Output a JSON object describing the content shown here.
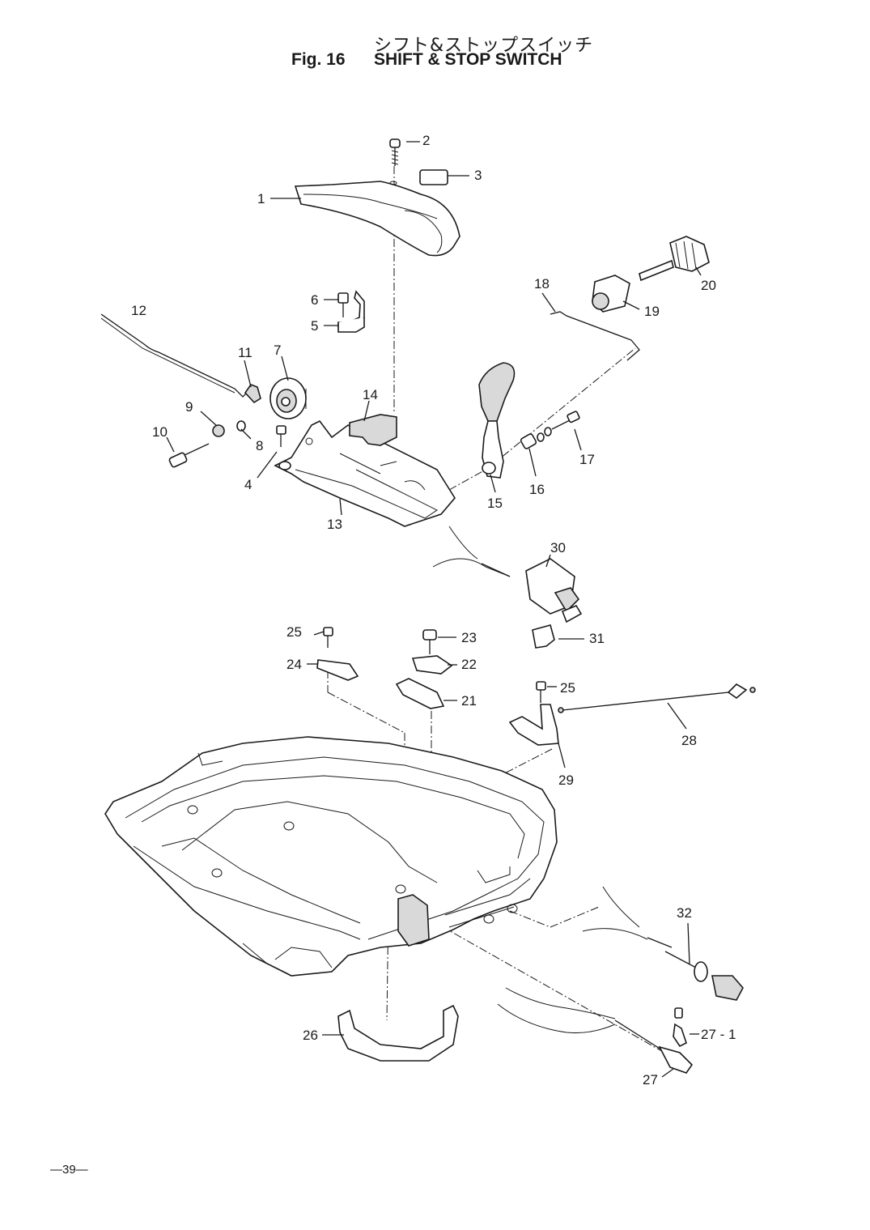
{
  "header": {
    "title_jp": "シフト&ストップスイッチ",
    "fig_label": "Fig. 16",
    "title_en": "SHIFT & STOP SWITCH"
  },
  "page_number": "—39—",
  "callouts": {
    "p1": "1",
    "p2": "2",
    "p3": "3",
    "p4": "4",
    "p5": "5",
    "p6": "6",
    "p7": "7",
    "p8": "8",
    "p9": "9",
    "p10": "10",
    "p11": "11",
    "p12": "12",
    "p13": "13",
    "p14": "14",
    "p15": "15",
    "p16": "16",
    "p17": "17",
    "p18": "18",
    "p19": "19",
    "p20": "20",
    "p21": "21",
    "p22": "22",
    "p23": "23",
    "p24": "24",
    "p25a": "25",
    "p25b": "25",
    "p26": "26",
    "p27": "27",
    "p27_1": "27 - 1",
    "p28": "28",
    "p29": "29",
    "p30": "30",
    "p31": "31",
    "p32": "32"
  }
}
